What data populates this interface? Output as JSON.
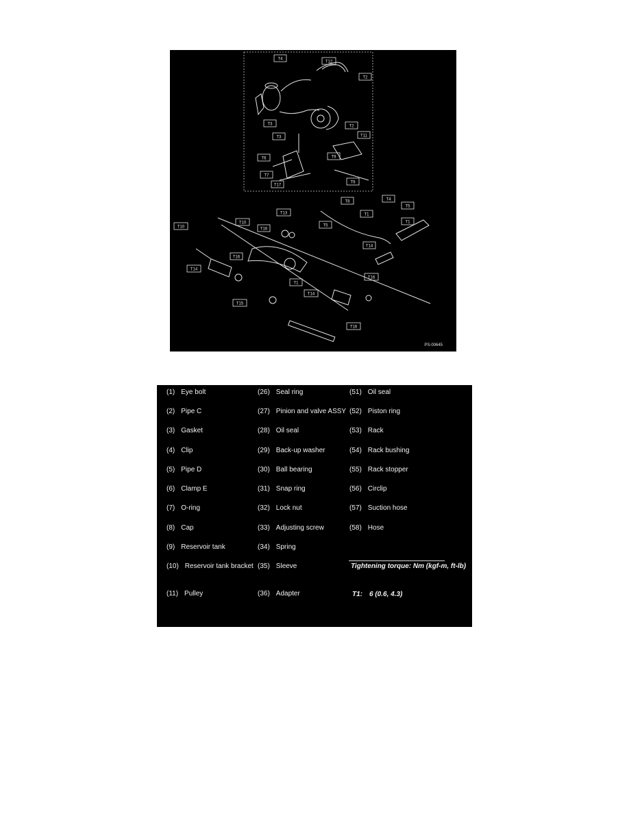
{
  "diagram": {
    "figure_id": "PS-00645",
    "torque_labels": [
      "T1",
      "T2",
      "T3",
      "T4",
      "T5",
      "T6",
      "T7",
      "T8",
      "T9",
      "T10",
      "T11",
      "T12",
      "T13",
      "T14",
      "T15",
      "T16",
      "T17"
    ]
  },
  "legend": {
    "items": [
      {
        "num": "(1)",
        "name": "Eye bolt"
      },
      {
        "num": "(2)",
        "name": "Pipe C"
      },
      {
        "num": "(3)",
        "name": "Gasket"
      },
      {
        "num": "(4)",
        "name": "Clip"
      },
      {
        "num": "(5)",
        "name": "Pipe D"
      },
      {
        "num": "(6)",
        "name": "Clamp E"
      },
      {
        "num": "(7)",
        "name": "O-ring"
      },
      {
        "num": "(8)",
        "name": "Cap"
      },
      {
        "num": "(9)",
        "name": "Reservoir tank"
      },
      {
        "num": "(10)",
        "name": "Reservoir tank bracket"
      },
      {
        "num": "(11)",
        "name": "Pulley"
      },
      {
        "num": "(26)",
        "name": "Seal ring"
      },
      {
        "num": "(27)",
        "name": "Pinion and valve ASSY"
      },
      {
        "num": "(28)",
        "name": "Oil seal"
      },
      {
        "num": "(29)",
        "name": "Back-up washer"
      },
      {
        "num": "(30)",
        "name": "Ball bearing"
      },
      {
        "num": "(31)",
        "name": "Snap ring"
      },
      {
        "num": "(32)",
        "name": "Lock nut"
      },
      {
        "num": "(33)",
        "name": "Adjusting screw"
      },
      {
        "num": "(34)",
        "name": "Spring"
      },
      {
        "num": "(35)",
        "name": "Sleeve"
      },
      {
        "num": "(36)",
        "name": "Adapter"
      },
      {
        "num": "(51)",
        "name": "Oil seal"
      },
      {
        "num": "(52)",
        "name": "Piston ring"
      },
      {
        "num": "(53)",
        "name": "Rack"
      },
      {
        "num": "(54)",
        "name": "Rack bushing"
      },
      {
        "num": "(55)",
        "name": "Rack stopper"
      },
      {
        "num": "(56)",
        "name": "Circlip"
      },
      {
        "num": "(57)",
        "name": "Suction hose"
      },
      {
        "num": "(58)",
        "name": "Hose"
      }
    ],
    "torque": {
      "title": "Tightening torque: Nm (kgf-m, ft-lb)",
      "t1_label": "T1:",
      "t1_value": "6 (0.6, 4.3)"
    }
  }
}
